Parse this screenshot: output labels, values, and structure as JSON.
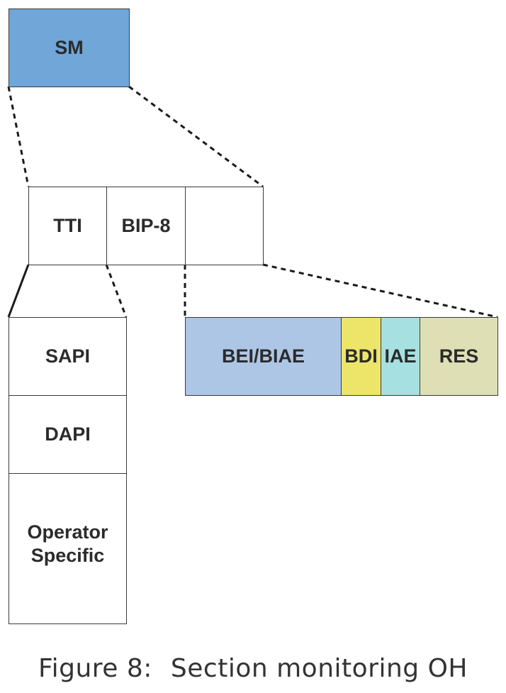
{
  "sm": {
    "label": "SM",
    "color": "#70a7d8"
  },
  "sm_fields": [
    {
      "label": "TTI"
    },
    {
      "label": "BIP-8"
    },
    {
      "label": ""
    }
  ],
  "tti_fields": [
    {
      "label": "SAPI"
    },
    {
      "label": "DAPI"
    },
    {
      "label": "Operator\nSpecific"
    }
  ],
  "status_fields": [
    {
      "label": "BEI/BIAE",
      "color": "#aec6e6"
    },
    {
      "label": "BDI",
      "color": "#ede56a"
    },
    {
      "label": "IAE",
      "color": "#a7e0e0"
    },
    {
      "label": "RES",
      "color": "#dfdfb6"
    }
  ],
  "caption": {
    "label": "Figure 8:",
    "title": "Section monitoring OH"
  }
}
